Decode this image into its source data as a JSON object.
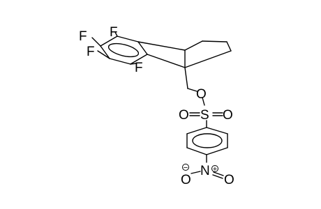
{
  "structure": {
    "atoms": {
      "f1": "F",
      "f2": "F",
      "f3": "F",
      "f4": "F",
      "o_ester": "O",
      "sulfur": "S",
      "o_sulfonyl_left": "O",
      "o_sulfonyl_right": "O",
      "nitrogen": "N",
      "o_nitro_left": "O",
      "o_nitro_right": "O"
    },
    "charges": {
      "nitrogen": "+",
      "o_nitro_left": "−"
    },
    "colors": {
      "bond": "#000000",
      "text": "#000000",
      "background": "#ffffff"
    }
  }
}
